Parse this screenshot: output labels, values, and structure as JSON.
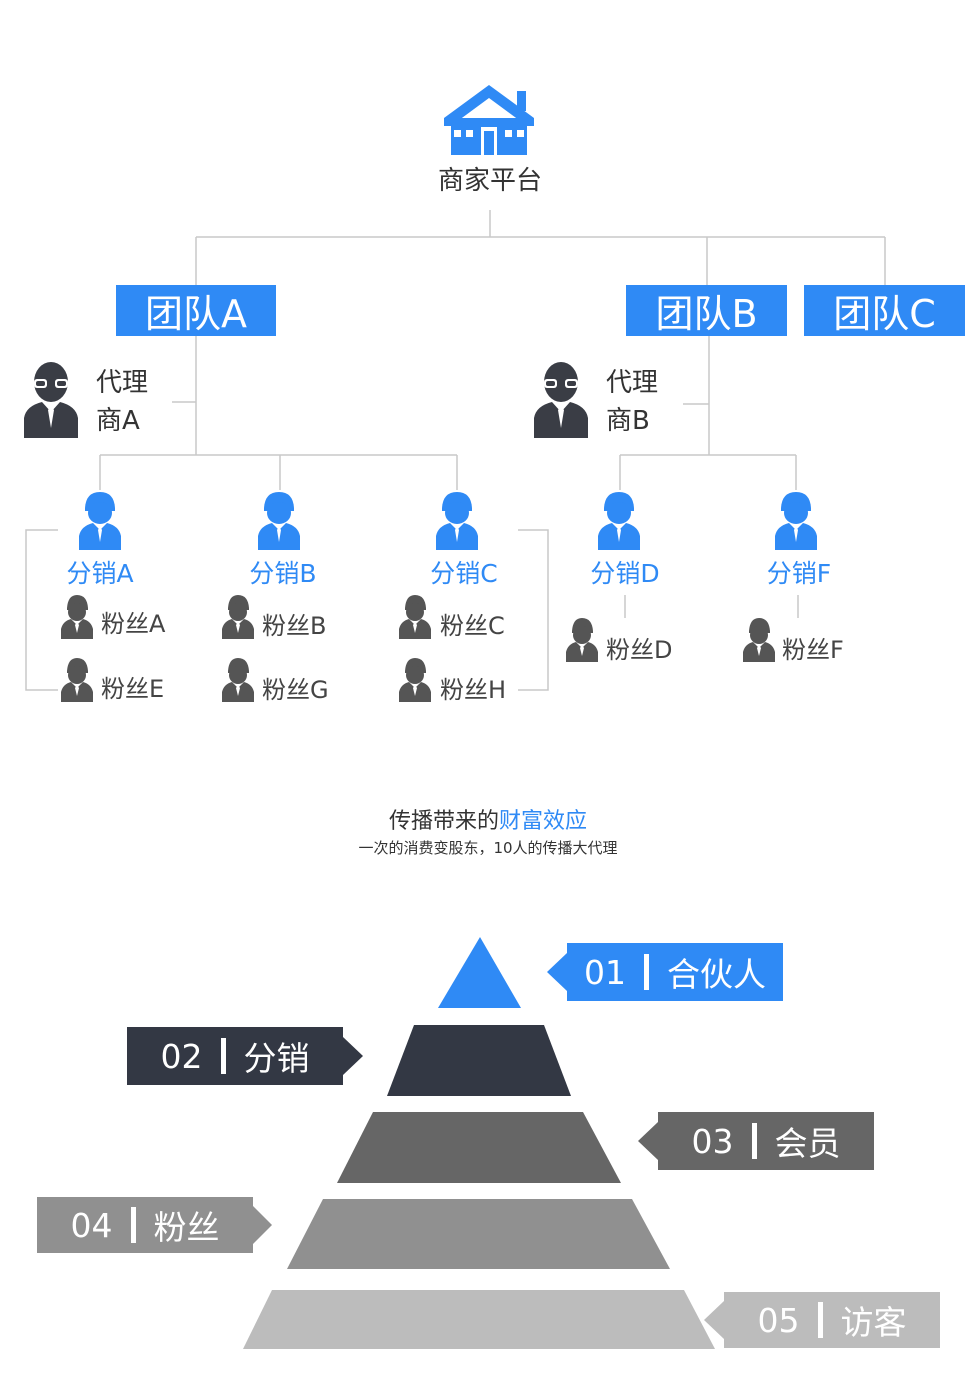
{
  "org": {
    "root": {
      "label": "商家平台",
      "icon": "house-icon"
    },
    "teams": [
      {
        "label": "团队A"
      },
      {
        "label": "团队B"
      },
      {
        "label": "团队C"
      }
    ],
    "agents": [
      {
        "line1": "代理",
        "line2": "商A"
      },
      {
        "line1": "代理",
        "line2": "商B"
      }
    ],
    "distributors": [
      {
        "label": "分销A"
      },
      {
        "label": "分销B"
      },
      {
        "label": "分销C"
      },
      {
        "label": "分销D"
      },
      {
        "label": "分销F"
      }
    ],
    "fans": [
      {
        "label": "粉丝A"
      },
      {
        "label": "粉丝E"
      },
      {
        "label": "粉丝B"
      },
      {
        "label": "粉丝G"
      },
      {
        "label": "粉丝C"
      },
      {
        "label": "粉丝H"
      },
      {
        "label": "粉丝D"
      },
      {
        "label": "粉丝F"
      }
    ]
  },
  "section": {
    "title_prefix": "传播带来的",
    "title_highlight": "财富效应",
    "subtitle": "一次的消费变股东，10人的传播大代理"
  },
  "pyramid": {
    "levels": [
      {
        "num": "01",
        "label": "合伙人",
        "color": "#2f8af5"
      },
      {
        "num": "02",
        "label": "分销",
        "color": "#333844"
      },
      {
        "num": "03",
        "label": "会员",
        "color": "#666666"
      },
      {
        "num": "04",
        "label": "粉丝",
        "color": "#909090"
      },
      {
        "num": "05",
        "label": "访客",
        "color": "#bcbcbc"
      }
    ]
  },
  "colors": {
    "accent": "#2f8af5",
    "agent_icon": "#3a3d45",
    "fan_icon": "#555555",
    "line": "#cccccc"
  }
}
